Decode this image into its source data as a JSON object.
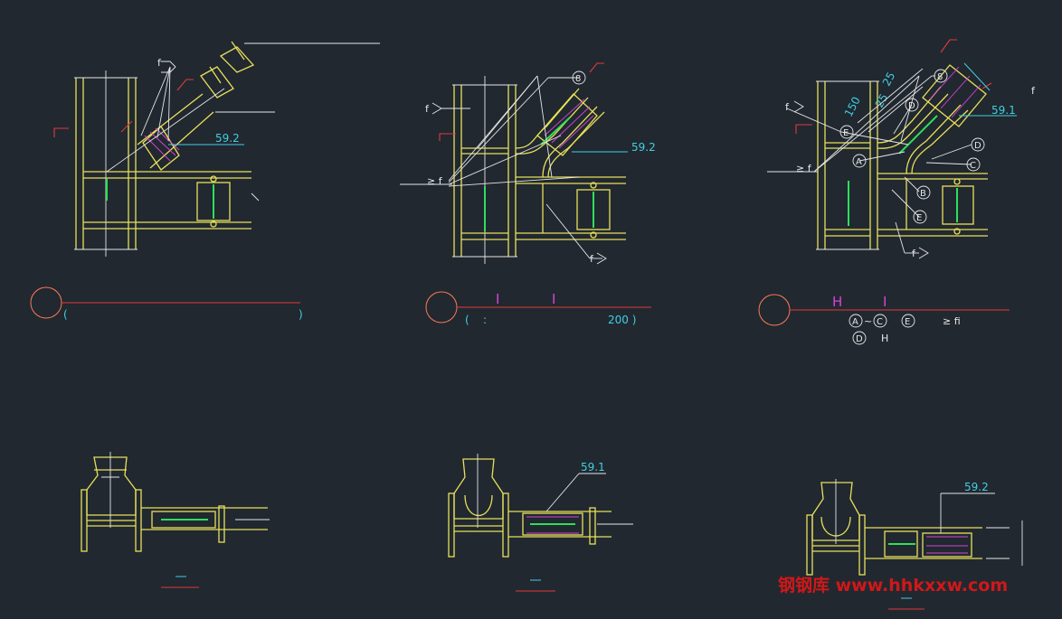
{
  "drawing": {
    "colors": {
      "background": "#212830",
      "member": "#e8e05a",
      "leader": "#e6e6e6",
      "weld": "#2ee05a",
      "section_mark": "#e03a3a",
      "bolt": "#d844d8",
      "dimension": "#40d0e0",
      "detail_circle": "#ff7a55"
    },
    "dims": {
      "d1": "59.2",
      "d2": "59.2",
      "d3": "59.1",
      "d4": "59.1",
      "d5": "59.2",
      "d150": "150",
      "d25a": "25",
      "d25b": "25"
    },
    "symbols": {
      "f": "f",
      "ge_f": "≥ f",
      "ge_fi": "≥ fi",
      "item8": "8",
      "A": "A",
      "B": "B",
      "C": "C",
      "D": "D",
      "E": "E",
      "H": "H",
      "I": "I",
      "tilde": "~"
    },
    "titles": {
      "t1_paren_open": "(",
      "t1_paren_close": ")",
      "t2_paren_open": "(",
      "t2_value": "200 )",
      "t2_mark": ":",
      "t3_h": "H",
      "t3_i": "I"
    },
    "watermark": "钢钢库 www.hhkxxw.com"
  }
}
